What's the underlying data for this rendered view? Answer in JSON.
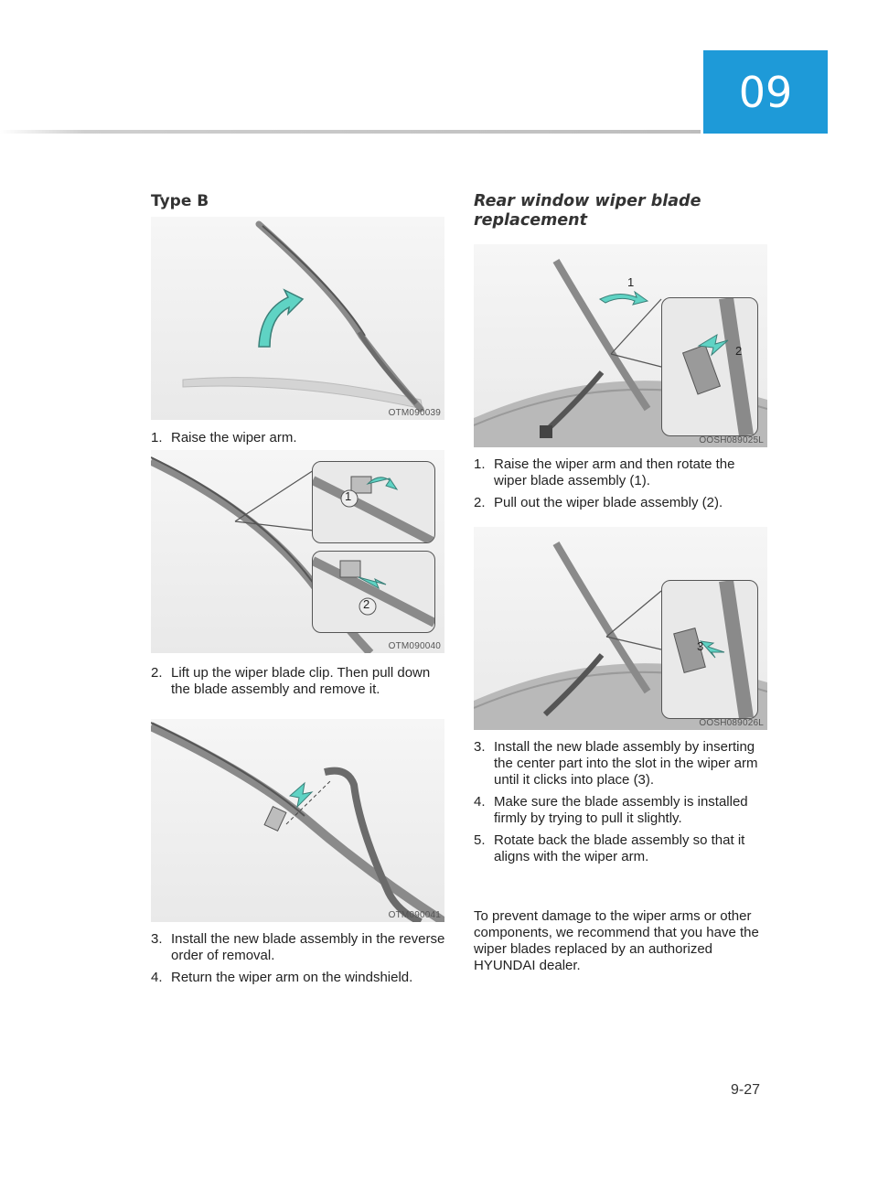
{
  "chapter": "09",
  "page_number": "9-27",
  "left": {
    "heading": "Type B",
    "figures": [
      {
        "code": "OTM090039"
      },
      {
        "code": "OTM090040",
        "callouts": [
          "1",
          "2"
        ]
      },
      {
        "code": "OTM090041"
      }
    ],
    "steps_a": [
      {
        "num": "1.",
        "text": "Raise the wiper arm."
      }
    ],
    "steps_b": [
      {
        "num": "2.",
        "text": "Lift up the wiper blade clip. Then pull down the blade assembly and remove it."
      }
    ],
    "steps_c": [
      {
        "num": "3.",
        "text": "Install the new blade assembly in the reverse order of removal."
      },
      {
        "num": "4.",
        "text": "Return the wiper arm on the windshield."
      }
    ]
  },
  "right": {
    "heading_line1": "Rear window wiper blade",
    "heading_line2": "replacement",
    "figures": [
      {
        "code": "OOSH089025L",
        "callouts": [
          "1",
          "2"
        ]
      },
      {
        "code": "OOSH089026L",
        "callouts": [
          "3"
        ]
      }
    ],
    "steps_a": [
      {
        "num": "1.",
        "text": "Raise the wiper arm and then rotate the wiper blade assembly (1)."
      },
      {
        "num": "2.",
        "text": "Pull out the wiper blade assembly (2)."
      }
    ],
    "steps_b": [
      {
        "num": "3.",
        "text": "Install the new blade assembly by inserting the center part into the slot in the wiper arm until it clicks into place (3)."
      },
      {
        "num": "4.",
        "text": "Make sure the blade assembly is installed firmly by trying to pull it slightly."
      },
      {
        "num": "5.",
        "text": "Rotate back the blade assembly so that it aligns with the wiper arm."
      }
    ],
    "note": "To prevent damage to the wiper arms or other components, we recommend that you have the wiper blades replaced by an authorized HYUNDAI dealer."
  },
  "colors": {
    "accent": "#1e9ad8",
    "arrow": "#5fd3c4"
  }
}
